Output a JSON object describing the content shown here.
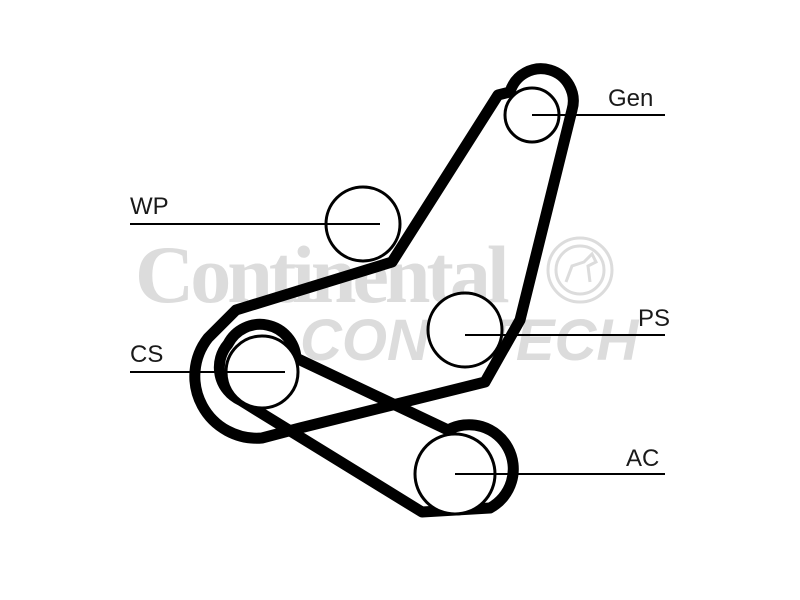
{
  "watermark": {
    "main": "Continental",
    "sub": "CONTITECH",
    "seal": "horse-emblem"
  },
  "pulleys": [
    {
      "id": "gen",
      "label": "Gen"
    },
    {
      "id": "wp",
      "label": "WP"
    },
    {
      "id": "ps",
      "label": "PS"
    },
    {
      "id": "cs",
      "label": "CS"
    },
    {
      "id": "ac",
      "label": "AC"
    }
  ],
  "colors": {
    "belt": "#000000",
    "watermark": "#dcdcdc",
    "text": "#1a1a1a"
  }
}
